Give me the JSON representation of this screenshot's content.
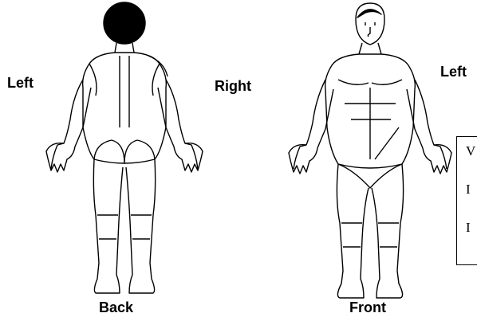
{
  "labels": {
    "back_left": "Left",
    "back_right": "Right",
    "front_left": "Left",
    "back": "Back",
    "front": "Front"
  },
  "legend_partial": [
    "V",
    "I",
    "I"
  ],
  "colors": {
    "outline": "#000000",
    "background": "#ffffff"
  }
}
